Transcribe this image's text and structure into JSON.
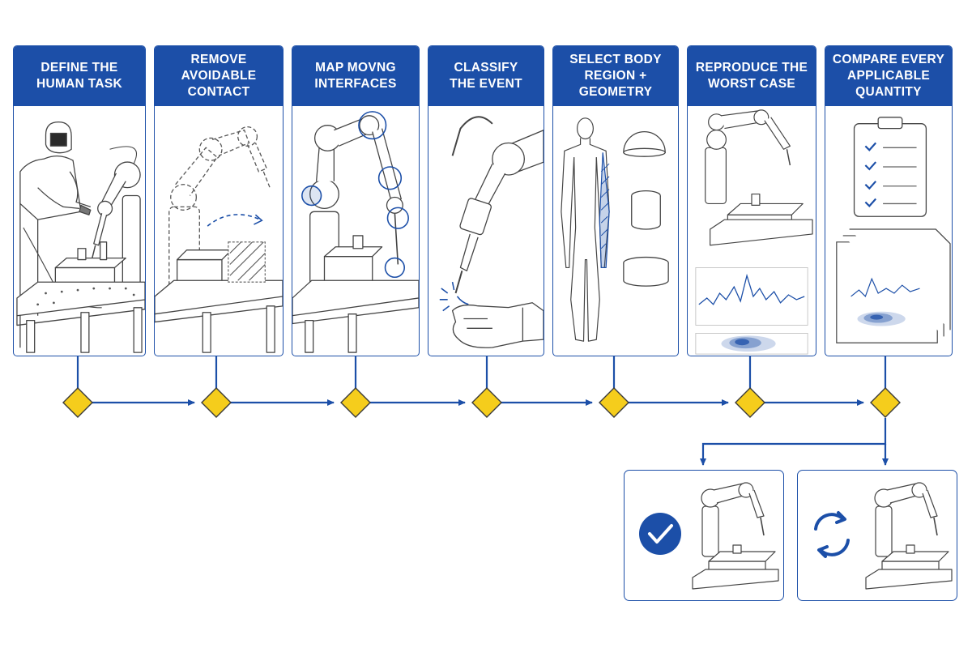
{
  "steps": [
    {
      "label": "DEFINE THE\nHUMAN TASK"
    },
    {
      "label": "REMOVE\nAVOIDABLE\nCONTACT"
    },
    {
      "label": "MAP MOVNG\nINTERFACES"
    },
    {
      "label": "CLASSIFY\nTHE EVENT"
    },
    {
      "label": "SELECT BODY\nREGION +\nGEOMETRY"
    },
    {
      "label": "REPRODUCE THE\nWORST CASE"
    },
    {
      "label": "COMPARE EVERY\nAPPLICABLE\nQUANTITY"
    }
  ],
  "outcomes": [
    {
      "icon": "checkmark-circle-icon"
    },
    {
      "icon": "cycle-arrows-icon"
    }
  ],
  "colors": {
    "primary": "#1c4fa8",
    "diamond": "#f5cd1c",
    "line": "#444444"
  }
}
